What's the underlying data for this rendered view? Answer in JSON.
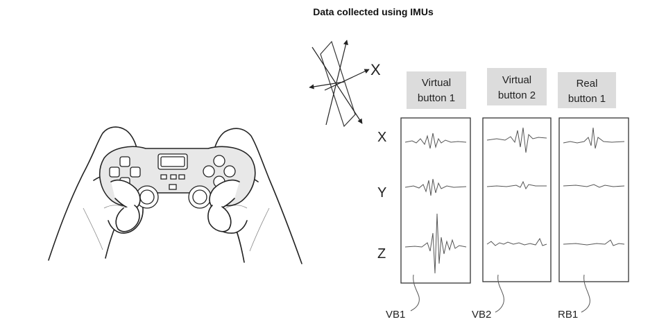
{
  "title": "Data collected using IMUs",
  "orientation_axis_label": "X",
  "axis_labels": [
    "X",
    "Y",
    "Z"
  ],
  "panels": [
    {
      "header_line1": "Virtual",
      "header_line2": "button 1",
      "callout": "VB1"
    },
    {
      "header_line1": "Virtual",
      "header_line2": "button 2",
      "callout": "VB2"
    },
    {
      "header_line1": "Real",
      "header_line2": "button 1",
      "callout": "RB1"
    }
  ]
}
